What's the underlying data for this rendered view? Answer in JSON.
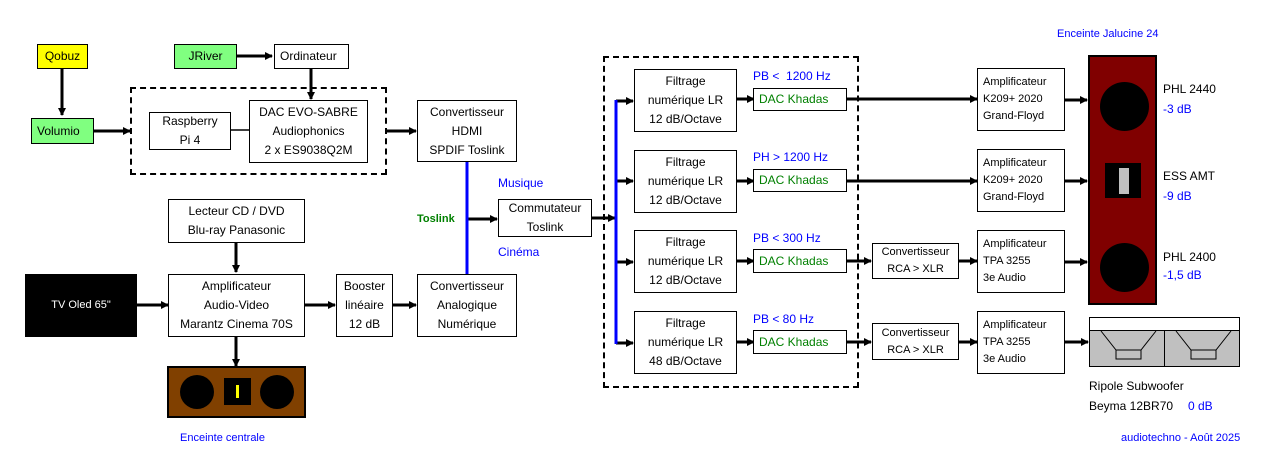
{
  "colors": {
    "source_yellow": "#ffff00",
    "source_green": "#80ff80",
    "bus_blue": "#0000ff",
    "label_blue": "#0000ff",
    "label_green": "#008000",
    "cabinet_red": "#800000",
    "center_brown": "#804000",
    "tweeter_yellow": "#ffff00",
    "amt_gray": "#c0c0c0",
    "sub_gray": "#c0c0c0"
  },
  "sources": {
    "qobuz": "Qobuz",
    "jriver": "JRiver",
    "ordinateur": "Ordinateur",
    "volumio": "Volumio",
    "tv": "TV Oled 65\"",
    "cd": [
      "Lecteur CD / DVD",
      "Blu-ray Panasonic"
    ]
  },
  "streamer": {
    "raspberry": [
      "Raspberry",
      "Pi 4"
    ],
    "dac": [
      "DAC EVO-SABRE",
      "Audiophonics",
      "2 x ES9038Q2M"
    ]
  },
  "av": {
    "amp": [
      "Amplificateur",
      "Audio-Video",
      "Marantz Cinema 70S"
    ],
    "booster": [
      "Booster",
      "linéaire",
      "12 dB"
    ],
    "conv_an": [
      "Convertisseur",
      "Analogique",
      "Numérique"
    ],
    "conv_hdmi": [
      "Convertisseur",
      "HDMI",
      "SPDIF Toslink"
    ],
    "commutateur": [
      "Commutateur",
      "Toslink"
    ],
    "toslink_label": "Toslink",
    "musique_label": "Musique",
    "cinema_label": "Cinéma",
    "center_speaker_label": "Enceinte centrale"
  },
  "channels": [
    {
      "filter": [
        "Filtrage",
        "numérique LR",
        "12 dB/Octave"
      ],
      "band": "PB <  1200 Hz",
      "dac": "DAC Khadas",
      "converter": null,
      "amp": [
        "Amplificateur",
        "K209+ 2020",
        "Grand-Floyd"
      ],
      "driver": "PHL 2440",
      "gain": "-3 dB"
    },
    {
      "filter": [
        "Filtrage",
        "numérique LR",
        "12 dB/Octave"
      ],
      "band": "PH > 1200 Hz",
      "dac": "DAC Khadas",
      "converter": null,
      "amp": [
        "Amplificateur",
        "K209+ 2020",
        "Grand-Floyd"
      ],
      "driver": "ESS AMT",
      "gain": "-9 dB"
    },
    {
      "filter": [
        "Filtrage",
        "numérique LR",
        "12 dB/Octave"
      ],
      "band": "PB < 300 Hz",
      "dac": "DAC Khadas",
      "converter": [
        "Convertisseur",
        "RCA > XLR"
      ],
      "amp": [
        "Amplificateur",
        "TPA 3255",
        "3e Audio"
      ],
      "driver": "PHL 2400",
      "gain": "-1,5 dB"
    },
    {
      "filter": [
        "Filtrage",
        "numérique LR",
        "48 dB/Octave"
      ],
      "band": "PB < 80 Hz",
      "dac": "DAC Khadas",
      "converter": [
        "Convertisseur",
        "RCA > XLR"
      ],
      "amp": [
        "Amplificateur",
        "TPA 3255",
        "3e Audio"
      ],
      "driver": null,
      "gain": null
    }
  ],
  "speakers": {
    "main_title": "Enceinte Jalucine 24",
    "sub_name": "Ripole Subwoofer",
    "sub_driver": "Beyma 12BR70",
    "sub_gain": "0 dB"
  },
  "footer": "audiotechno - Août 2025"
}
